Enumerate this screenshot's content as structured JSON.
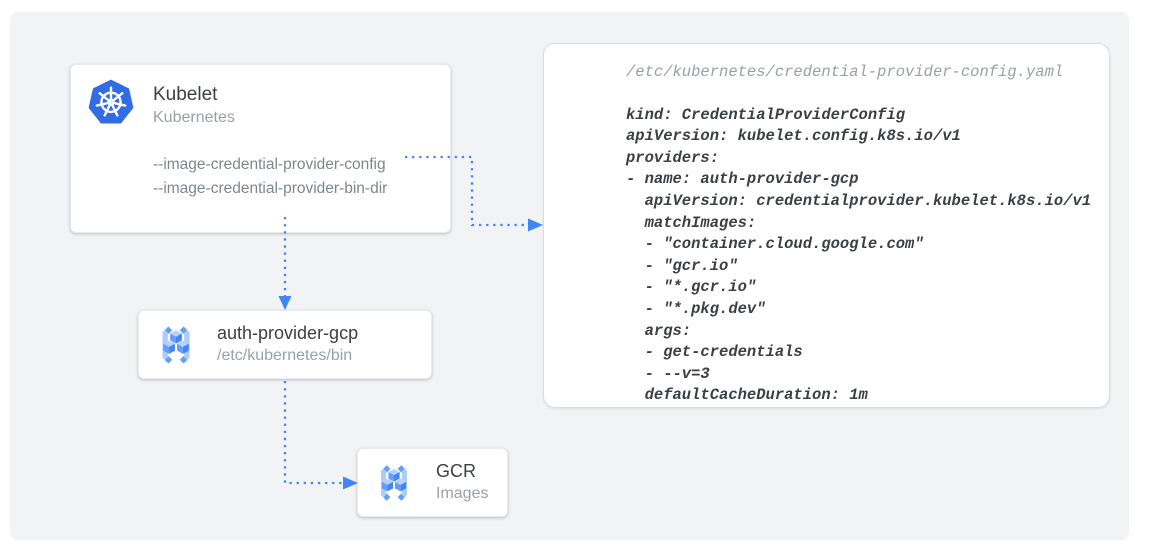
{
  "colors": {
    "background": "#ffffff",
    "diagram_panel": "#f1f3f4",
    "arrow_blue": "#4285f4",
    "kubernetes_blue": "#326ce5",
    "card_title": "#3c4043",
    "card_subtitle": "#9aa0a6",
    "flag_text": "#80868b",
    "code_text": "#3c4043",
    "code_filename": "#9aa0a6"
  },
  "kubelet_card": {
    "icon": "kubernetes-helm-icon",
    "title": "Kubelet",
    "subtitle": "Kubernetes",
    "flags": [
      "--image-credential-provider-config",
      "--image-credential-provider-bin-dir"
    ]
  },
  "auth_card": {
    "icon": "gcr-registry-icon",
    "title": "auth-provider-gcp",
    "subtitle": "/etc/kubernetes/bin"
  },
  "gcr_card": {
    "icon": "gcr-registry-icon",
    "title": "GCR",
    "subtitle": "Images"
  },
  "code_panel": {
    "filename": "/etc/kubernetes/credential-provider-config.yaml",
    "lines": [
      "kind: CredentialProviderConfig",
      "apiVersion: kubelet.config.k8s.io/v1",
      "providers:",
      "- name: auth-provider-gcp",
      "  apiVersion: credentialprovider.kubelet.k8s.io/v1",
      "  matchImages:",
      "  - \"container.cloud.google.com\"",
      "  - \"gcr.io\"",
      "  - \"*.gcr.io\"",
      "  - \"*.pkg.dev\"",
      "  args:",
      "  - get-credentials",
      "  - --v=3",
      "  defaultCacheDuration: 1m"
    ]
  },
  "connections": [
    {
      "from": "kubelet:--image-credential-provider-config",
      "to": "credential-provider-config.yaml"
    },
    {
      "from": "kubelet",
      "to": "auth-provider-gcp"
    },
    {
      "from": "auth-provider-gcp",
      "to": "gcr-images"
    }
  ]
}
